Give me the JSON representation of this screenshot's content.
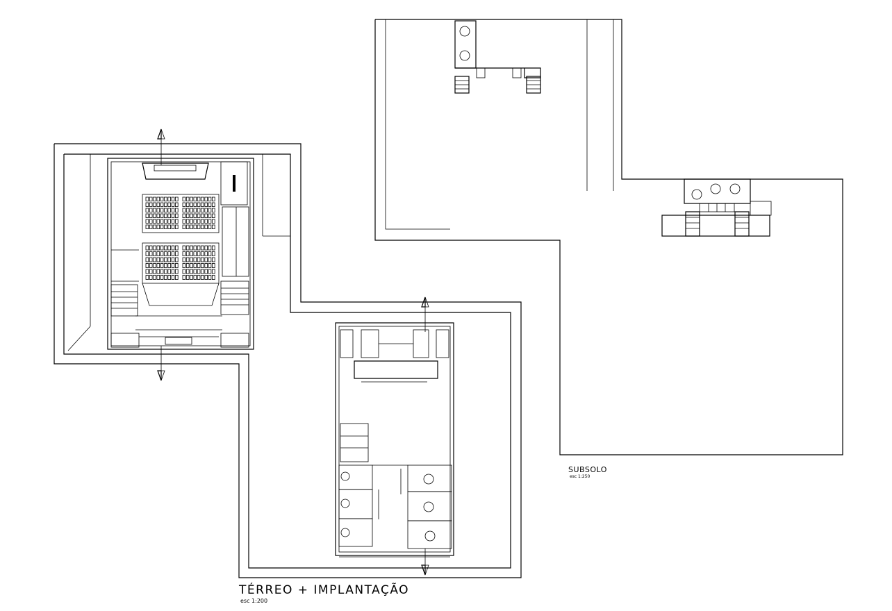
{
  "drawing": {
    "labels": {
      "ground_floor_title": "TÉRREO  +  IMPLANTAÇÃO",
      "ground_floor_scale": "esc 1:200",
      "basement_title": "SUBSOLO",
      "basement_scale": "esc 1:250"
    }
  }
}
